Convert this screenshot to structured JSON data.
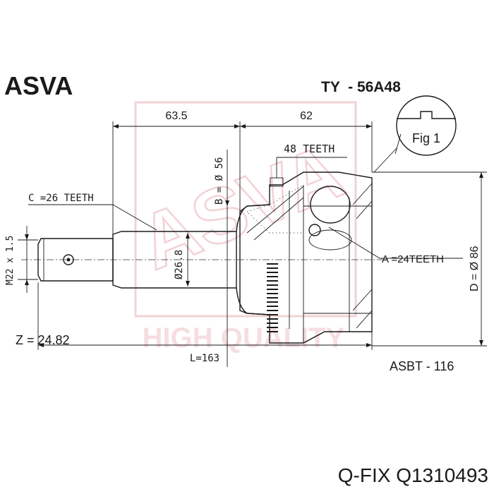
{
  "header": {
    "brand": "ASVA",
    "part_code": "TY  - 56A48"
  },
  "dimensions": {
    "len_a": "63.5",
    "len_b": "62",
    "bearing_dia": "B = Ø 56",
    "outer_teeth": "48 TEETH",
    "c_teeth": "C =26 TEETH",
    "thread": "M22 x 1.5",
    "shaft_dia": "Ø26.8",
    "a_teeth": "A =24TEETH",
    "outer_dia": "D = Ø 86",
    "z_value": "Z = 24.82",
    "length": "L=163"
  },
  "fig_label": "Fig 1",
  "watermark": {
    "line1": "ASVA",
    "line2": "HIGH QUALITY"
  },
  "footer": {
    "asbt": "ASBT - 116",
    "cross_ref": "Q-FIX Q1310493"
  },
  "colors": {
    "ink": "#1a1a1a",
    "watermark": "#e9aeb3"
  }
}
